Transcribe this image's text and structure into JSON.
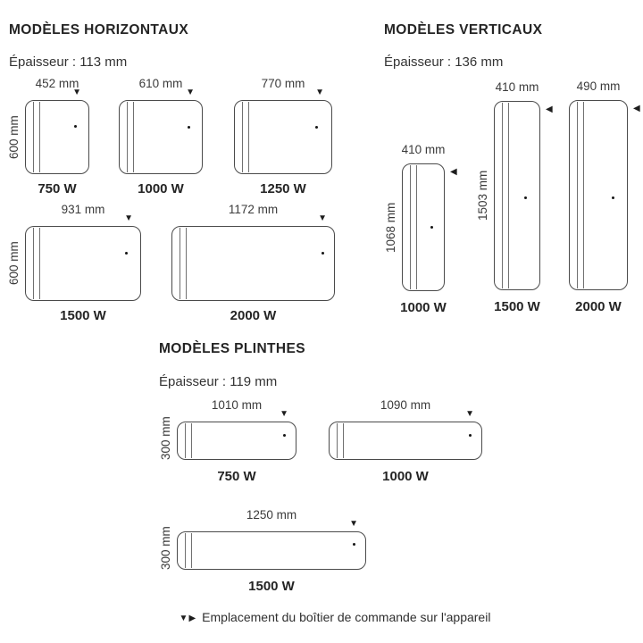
{
  "icons": {
    "down_arrow": "▼",
    "left_arrow": "◀"
  },
  "sections": {
    "horizontal": {
      "title": "MODÈLES HORIZONTAUX",
      "thickness": "Épaisseur : 113 mm",
      "models": [
        {
          "width": "452 mm",
          "height": "600 mm",
          "power": "750 W"
        },
        {
          "width": "610 mm",
          "power": "1000 W"
        },
        {
          "width": "770 mm",
          "power": "1250 W"
        },
        {
          "width": "931 mm",
          "height": "600 mm",
          "power": "1500 W"
        },
        {
          "width": "1172 mm",
          "power": "2000 W"
        }
      ]
    },
    "vertical": {
      "title": "MODÈLES VERTICAUX",
      "thickness": "Épaisseur : 136 mm",
      "models": [
        {
          "width": "410 mm",
          "height": "1068 mm",
          "power": "1000 W"
        },
        {
          "width": "410 mm",
          "height": "1503 mm",
          "power": "1500 W"
        },
        {
          "width": "490 mm",
          "power": "2000 W"
        }
      ]
    },
    "plinthe": {
      "title": "MODÈLES PLINTHES",
      "thickness": "Épaisseur : 119 mm",
      "models": [
        {
          "width": "1010 mm",
          "height": "300 mm",
          "power": "750 W"
        },
        {
          "width": "1090 mm",
          "power": "1000 W"
        },
        {
          "width": "1250 mm",
          "height": "300 mm",
          "power": "1500 W"
        }
      ]
    }
  },
  "legend": {
    "down_icon": "▼",
    "right_icon": "▶",
    "text": "Emplacement du boîtier de commande sur l'appareil"
  }
}
